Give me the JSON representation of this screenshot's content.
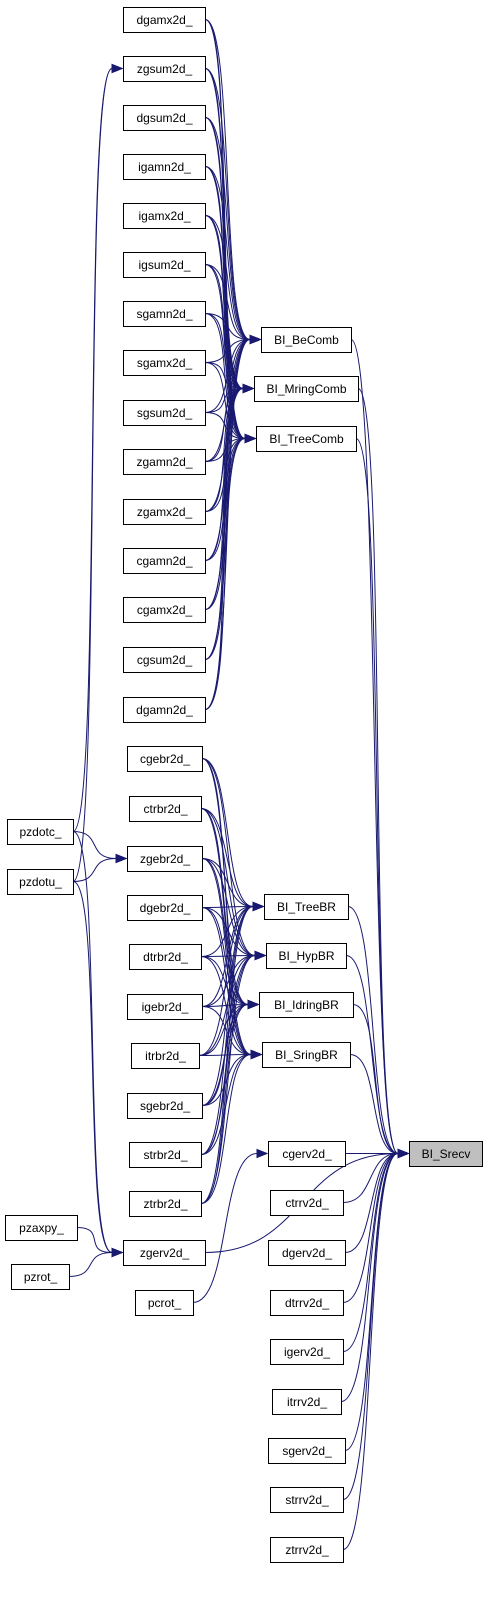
{
  "colors": {
    "edge": "#191970",
    "node_fill": "#ffffff",
    "root_fill": "#bfbfbf",
    "border": "#000000"
  },
  "nodes": {
    "dgamx2d": "dgamx2d_",
    "zgsum2d": "zgsum2d_",
    "dgsum2d": "dgsum2d_",
    "igamn2d": "igamn2d_",
    "igamx2d": "igamx2d_",
    "igsum2d": "igsum2d_",
    "sgamn2d": "sgamn2d_",
    "sgamx2d": "sgamx2d_",
    "sgsum2d": "sgsum2d_",
    "zgamn2d": "zgamn2d_",
    "zgamx2d": "zgamx2d_",
    "cgamn2d": "cgamn2d_",
    "cgamx2d": "cgamx2d_",
    "cgsum2d": "cgsum2d_",
    "dgamn2d": "dgamn2d_",
    "BI_BeComb": "BI_BeComb",
    "BI_MringComb": "BI_MringComb",
    "BI_TreeComb": "BI_TreeComb",
    "cgebr2d": "cgebr2d_",
    "ctrbr2d": "ctrbr2d_",
    "zgebr2d": "zgebr2d_",
    "dgebr2d": "dgebr2d_",
    "dtrbr2d": "dtrbr2d_",
    "igebr2d": "igebr2d_",
    "itrbr2d": "itrbr2d_",
    "sgebr2d": "sgebr2d_",
    "strbr2d": "strbr2d_",
    "ztrbr2d": "ztrbr2d_",
    "zgerv2d": "zgerv2d_",
    "pcrot": "pcrot_",
    "pzdotc": "pzdotc_",
    "pzdotu": "pzdotu_",
    "pzaxpy": "pzaxpy_",
    "pzrot": "pzrot_",
    "BI_TreeBR": "BI_TreeBR",
    "BI_HypBR": "BI_HypBR",
    "BI_IdringBR": "BI_IdringBR",
    "BI_SringBR": "BI_SringBR",
    "cgerv2d": "cgerv2d_",
    "ctrrv2d": "ctrrv2d_",
    "dgerv2d": "dgerv2d_",
    "dtrrv2d": "dtrrv2d_",
    "igerv2d": "igerv2d_",
    "itrrv2d": "itrrv2d_",
    "sgerv2d": "sgerv2d_",
    "strrv2d": "strrv2d_",
    "ztrrv2d": "ztrrv2d_",
    "BI_Srecv": "BI_Srecv"
  },
  "edges": [
    [
      "dgamx2d",
      "BI_BeComb"
    ],
    [
      "dgamx2d",
      "BI_MringComb"
    ],
    [
      "dgamx2d",
      "BI_TreeComb"
    ],
    [
      "zgsum2d",
      "BI_BeComb"
    ],
    [
      "zgsum2d",
      "BI_MringComb"
    ],
    [
      "zgsum2d",
      "BI_TreeComb"
    ],
    [
      "dgsum2d",
      "BI_BeComb"
    ],
    [
      "dgsum2d",
      "BI_MringComb"
    ],
    [
      "dgsum2d",
      "BI_TreeComb"
    ],
    [
      "igamn2d",
      "BI_BeComb"
    ],
    [
      "igamn2d",
      "BI_MringComb"
    ],
    [
      "igamn2d",
      "BI_TreeComb"
    ],
    [
      "igamx2d",
      "BI_BeComb"
    ],
    [
      "igamx2d",
      "BI_MringComb"
    ],
    [
      "igamx2d",
      "BI_TreeComb"
    ],
    [
      "igsum2d",
      "BI_BeComb"
    ],
    [
      "igsum2d",
      "BI_MringComb"
    ],
    [
      "igsum2d",
      "BI_TreeComb"
    ],
    [
      "sgamn2d",
      "BI_BeComb"
    ],
    [
      "sgamn2d",
      "BI_MringComb"
    ],
    [
      "sgamn2d",
      "BI_TreeComb"
    ],
    [
      "sgamx2d",
      "BI_BeComb"
    ],
    [
      "sgamx2d",
      "BI_MringComb"
    ],
    [
      "sgamx2d",
      "BI_TreeComb"
    ],
    [
      "sgsum2d",
      "BI_BeComb"
    ],
    [
      "sgsum2d",
      "BI_MringComb"
    ],
    [
      "sgsum2d",
      "BI_TreeComb"
    ],
    [
      "zgamn2d",
      "BI_BeComb"
    ],
    [
      "zgamn2d",
      "BI_MringComb"
    ],
    [
      "zgamn2d",
      "BI_TreeComb"
    ],
    [
      "zgamx2d",
      "BI_BeComb"
    ],
    [
      "zgamx2d",
      "BI_MringComb"
    ],
    [
      "zgamx2d",
      "BI_TreeComb"
    ],
    [
      "cgamn2d",
      "BI_BeComb"
    ],
    [
      "cgamn2d",
      "BI_MringComb"
    ],
    [
      "cgamn2d",
      "BI_TreeComb"
    ],
    [
      "cgamx2d",
      "BI_BeComb"
    ],
    [
      "cgamx2d",
      "BI_MringComb"
    ],
    [
      "cgamx2d",
      "BI_TreeComb"
    ],
    [
      "cgsum2d",
      "BI_BeComb"
    ],
    [
      "cgsum2d",
      "BI_MringComb"
    ],
    [
      "cgsum2d",
      "BI_TreeComb"
    ],
    [
      "dgamn2d",
      "BI_BeComb"
    ],
    [
      "dgamn2d",
      "BI_MringComb"
    ],
    [
      "dgamn2d",
      "BI_TreeComb"
    ],
    [
      "pzdotc",
      "zgsum2d"
    ],
    [
      "pzdotu",
      "zgsum2d"
    ],
    [
      "pzdotc",
      "zgebr2d"
    ],
    [
      "pzdotu",
      "zgebr2d"
    ],
    [
      "pzdotc",
      "zgerv2d"
    ],
    [
      "pzdotu",
      "zgerv2d"
    ],
    [
      "pzaxpy",
      "zgerv2d"
    ],
    [
      "pzrot",
      "zgerv2d"
    ],
    [
      "cgebr2d",
      "BI_TreeBR"
    ],
    [
      "cgebr2d",
      "BI_HypBR"
    ],
    [
      "cgebr2d",
      "BI_IdringBR"
    ],
    [
      "cgebr2d",
      "BI_SringBR"
    ],
    [
      "ctrbr2d",
      "BI_TreeBR"
    ],
    [
      "ctrbr2d",
      "BI_HypBR"
    ],
    [
      "ctrbr2d",
      "BI_IdringBR"
    ],
    [
      "ctrbr2d",
      "BI_SringBR"
    ],
    [
      "zgebr2d",
      "BI_TreeBR"
    ],
    [
      "zgebr2d",
      "BI_HypBR"
    ],
    [
      "zgebr2d",
      "BI_IdringBR"
    ],
    [
      "zgebr2d",
      "BI_SringBR"
    ],
    [
      "dgebr2d",
      "BI_TreeBR"
    ],
    [
      "dgebr2d",
      "BI_HypBR"
    ],
    [
      "dgebr2d",
      "BI_IdringBR"
    ],
    [
      "dgebr2d",
      "BI_SringBR"
    ],
    [
      "dtrbr2d",
      "BI_TreeBR"
    ],
    [
      "dtrbr2d",
      "BI_HypBR"
    ],
    [
      "dtrbr2d",
      "BI_IdringBR"
    ],
    [
      "dtrbr2d",
      "BI_SringBR"
    ],
    [
      "igebr2d",
      "BI_TreeBR"
    ],
    [
      "igebr2d",
      "BI_HypBR"
    ],
    [
      "igebr2d",
      "BI_IdringBR"
    ],
    [
      "igebr2d",
      "BI_SringBR"
    ],
    [
      "itrbr2d",
      "BI_TreeBR"
    ],
    [
      "itrbr2d",
      "BI_HypBR"
    ],
    [
      "itrbr2d",
      "BI_IdringBR"
    ],
    [
      "itrbr2d",
      "BI_SringBR"
    ],
    [
      "sgebr2d",
      "BI_TreeBR"
    ],
    [
      "sgebr2d",
      "BI_HypBR"
    ],
    [
      "sgebr2d",
      "BI_IdringBR"
    ],
    [
      "sgebr2d",
      "BI_SringBR"
    ],
    [
      "strbr2d",
      "BI_TreeBR"
    ],
    [
      "strbr2d",
      "BI_HypBR"
    ],
    [
      "strbr2d",
      "BI_IdringBR"
    ],
    [
      "strbr2d",
      "BI_SringBR"
    ],
    [
      "ztrbr2d",
      "BI_TreeBR"
    ],
    [
      "ztrbr2d",
      "BI_HypBR"
    ],
    [
      "ztrbr2d",
      "BI_IdringBR"
    ],
    [
      "ztrbr2d",
      "BI_SringBR"
    ],
    [
      "BI_BeComb",
      "BI_Srecv"
    ],
    [
      "BI_MringComb",
      "BI_Srecv"
    ],
    [
      "BI_TreeComb",
      "BI_Srecv"
    ],
    [
      "BI_TreeBR",
      "BI_Srecv"
    ],
    [
      "BI_HypBR",
      "BI_Srecv"
    ],
    [
      "BI_IdringBR",
      "BI_Srecv"
    ],
    [
      "BI_SringBR",
      "BI_Srecv"
    ],
    [
      "zgerv2d",
      "BI_Srecv"
    ],
    [
      "pcrot",
      "cgerv2d"
    ],
    [
      "cgerv2d",
      "BI_Srecv"
    ],
    [
      "ctrrv2d",
      "BI_Srecv"
    ],
    [
      "dgerv2d",
      "BI_Srecv"
    ],
    [
      "dtrrv2d",
      "BI_Srecv"
    ],
    [
      "igerv2d",
      "BI_Srecv"
    ],
    [
      "itrrv2d",
      "BI_Srecv"
    ],
    [
      "sgerv2d",
      "BI_Srecv"
    ],
    [
      "strrv2d",
      "BI_Srecv"
    ],
    [
      "ztrrv2d",
      "BI_Srecv"
    ]
  ]
}
